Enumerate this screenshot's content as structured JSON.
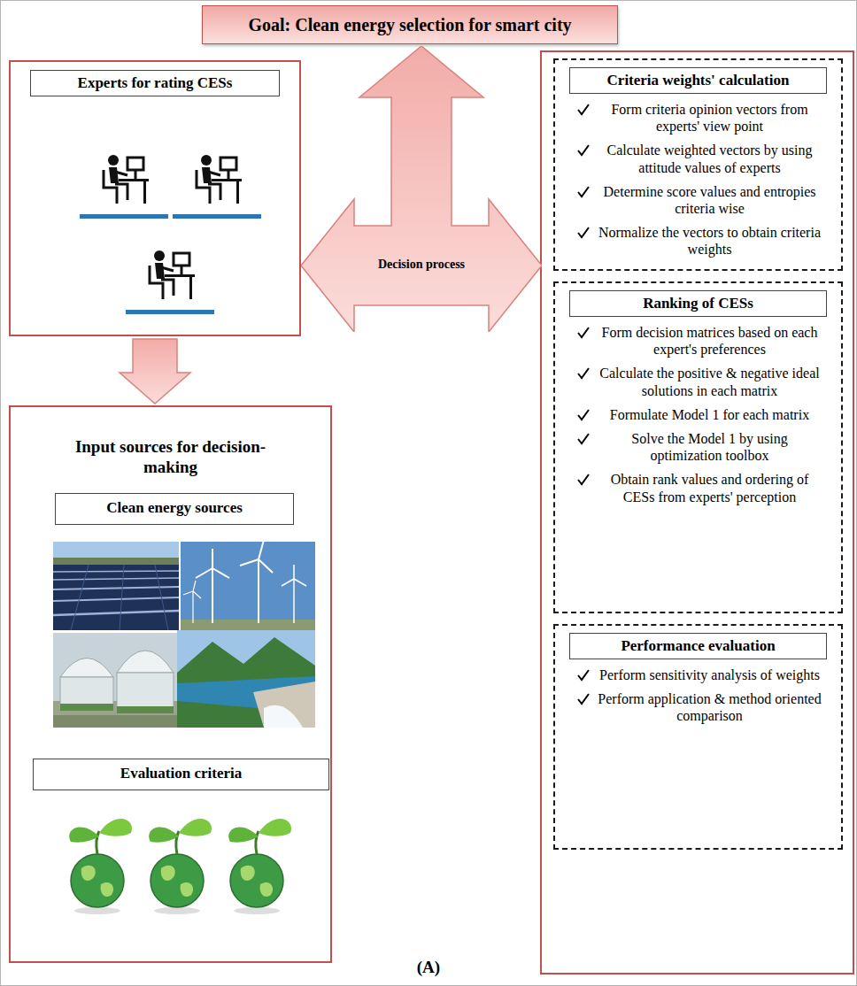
{
  "diagram": {
    "nodes": [
      {
        "text": [
          "Goal: Clean energy selection for smart city"
        ]
      },
      {
        "text": [
          "Experts for rating CESs"
        ]
      },
      {
        "text": [
          "Decision process"
        ]
      },
      {
        "text": [
          "Input sources for decision-making"
        ]
      },
      {
        "text": [
          "Clean energy sources"
        ],
        "in": 3
      },
      {
        "text": [
          "Evaluation criteria"
        ],
        "in": 3
      },
      {
        "text": [
          "Criteria weights' calculation",
          "Form criteria opinion vectors from experts' view point",
          "Calculate weighted vectors by using attitude values of experts",
          "Determine score values and entropies criteria wise",
          "Normalize the vectors to obtain criteria weights"
        ]
      },
      {
        "text": [
          "Ranking of CESs",
          "Form decision matrices based on each expert's preferences",
          "Calculate the positive & negative ideal solutions in each matrix",
          "Formulate Model 1 for each matrix",
          "Solve the Model 1 by using optimization toolbox",
          "Obtain rank values and ordering of CESs from experts' perception"
        ]
      },
      {
        "text": [
          "Performance evaluation",
          "Perform sensitivity analysis of weights",
          "Perform application & method oriented comparison"
        ]
      }
    ],
    "edges": [
      {
        "from": 1,
        "to": 3,
        "arrow": "to"
      }
    ],
    "labels": [
      "(A)"
    ]
  }
}
